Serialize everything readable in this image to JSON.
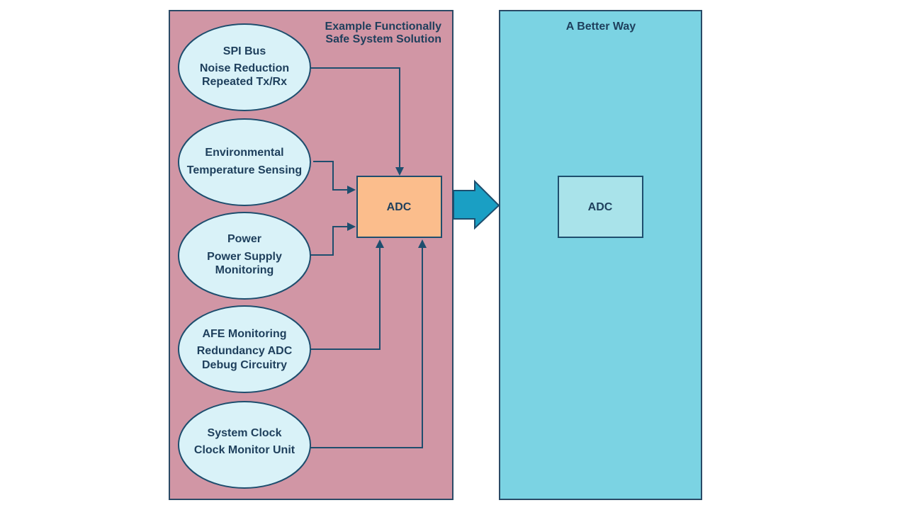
{
  "left_panel": {
    "title_line1": "Example Functionally",
    "title_line2": "Safe System Solution"
  },
  "right_panel": {
    "title": "A Better Way"
  },
  "nodes": {
    "spi": {
      "line1": "SPI Bus",
      "line2": "Noise Reduction",
      "line3": "Repeated Tx/Rx"
    },
    "env": {
      "line1": "Environmental",
      "line2": "Temperature Sensing"
    },
    "power": {
      "line1": "Power",
      "line2": "Power Supply",
      "line3": "Monitoring"
    },
    "afe": {
      "line1": "AFE Monitoring",
      "line2": "Redundancy ADC",
      "line3": "Debug Circuitry"
    },
    "clock": {
      "line1": "System Clock",
      "line2": "Clock Monitor Unit"
    }
  },
  "adc_left": {
    "label": "ADC"
  },
  "adc_right": {
    "label": "ADC"
  },
  "colors": {
    "left_panel": "#d196a5",
    "right_panel": "#7bd3e3",
    "node_fill": "#d9f2f8",
    "adc_left_fill": "#fbbd8c",
    "adc_right_fill": "#a9e3ea",
    "arrow": "#1a9fc4",
    "line": "#1e4e6e"
  }
}
